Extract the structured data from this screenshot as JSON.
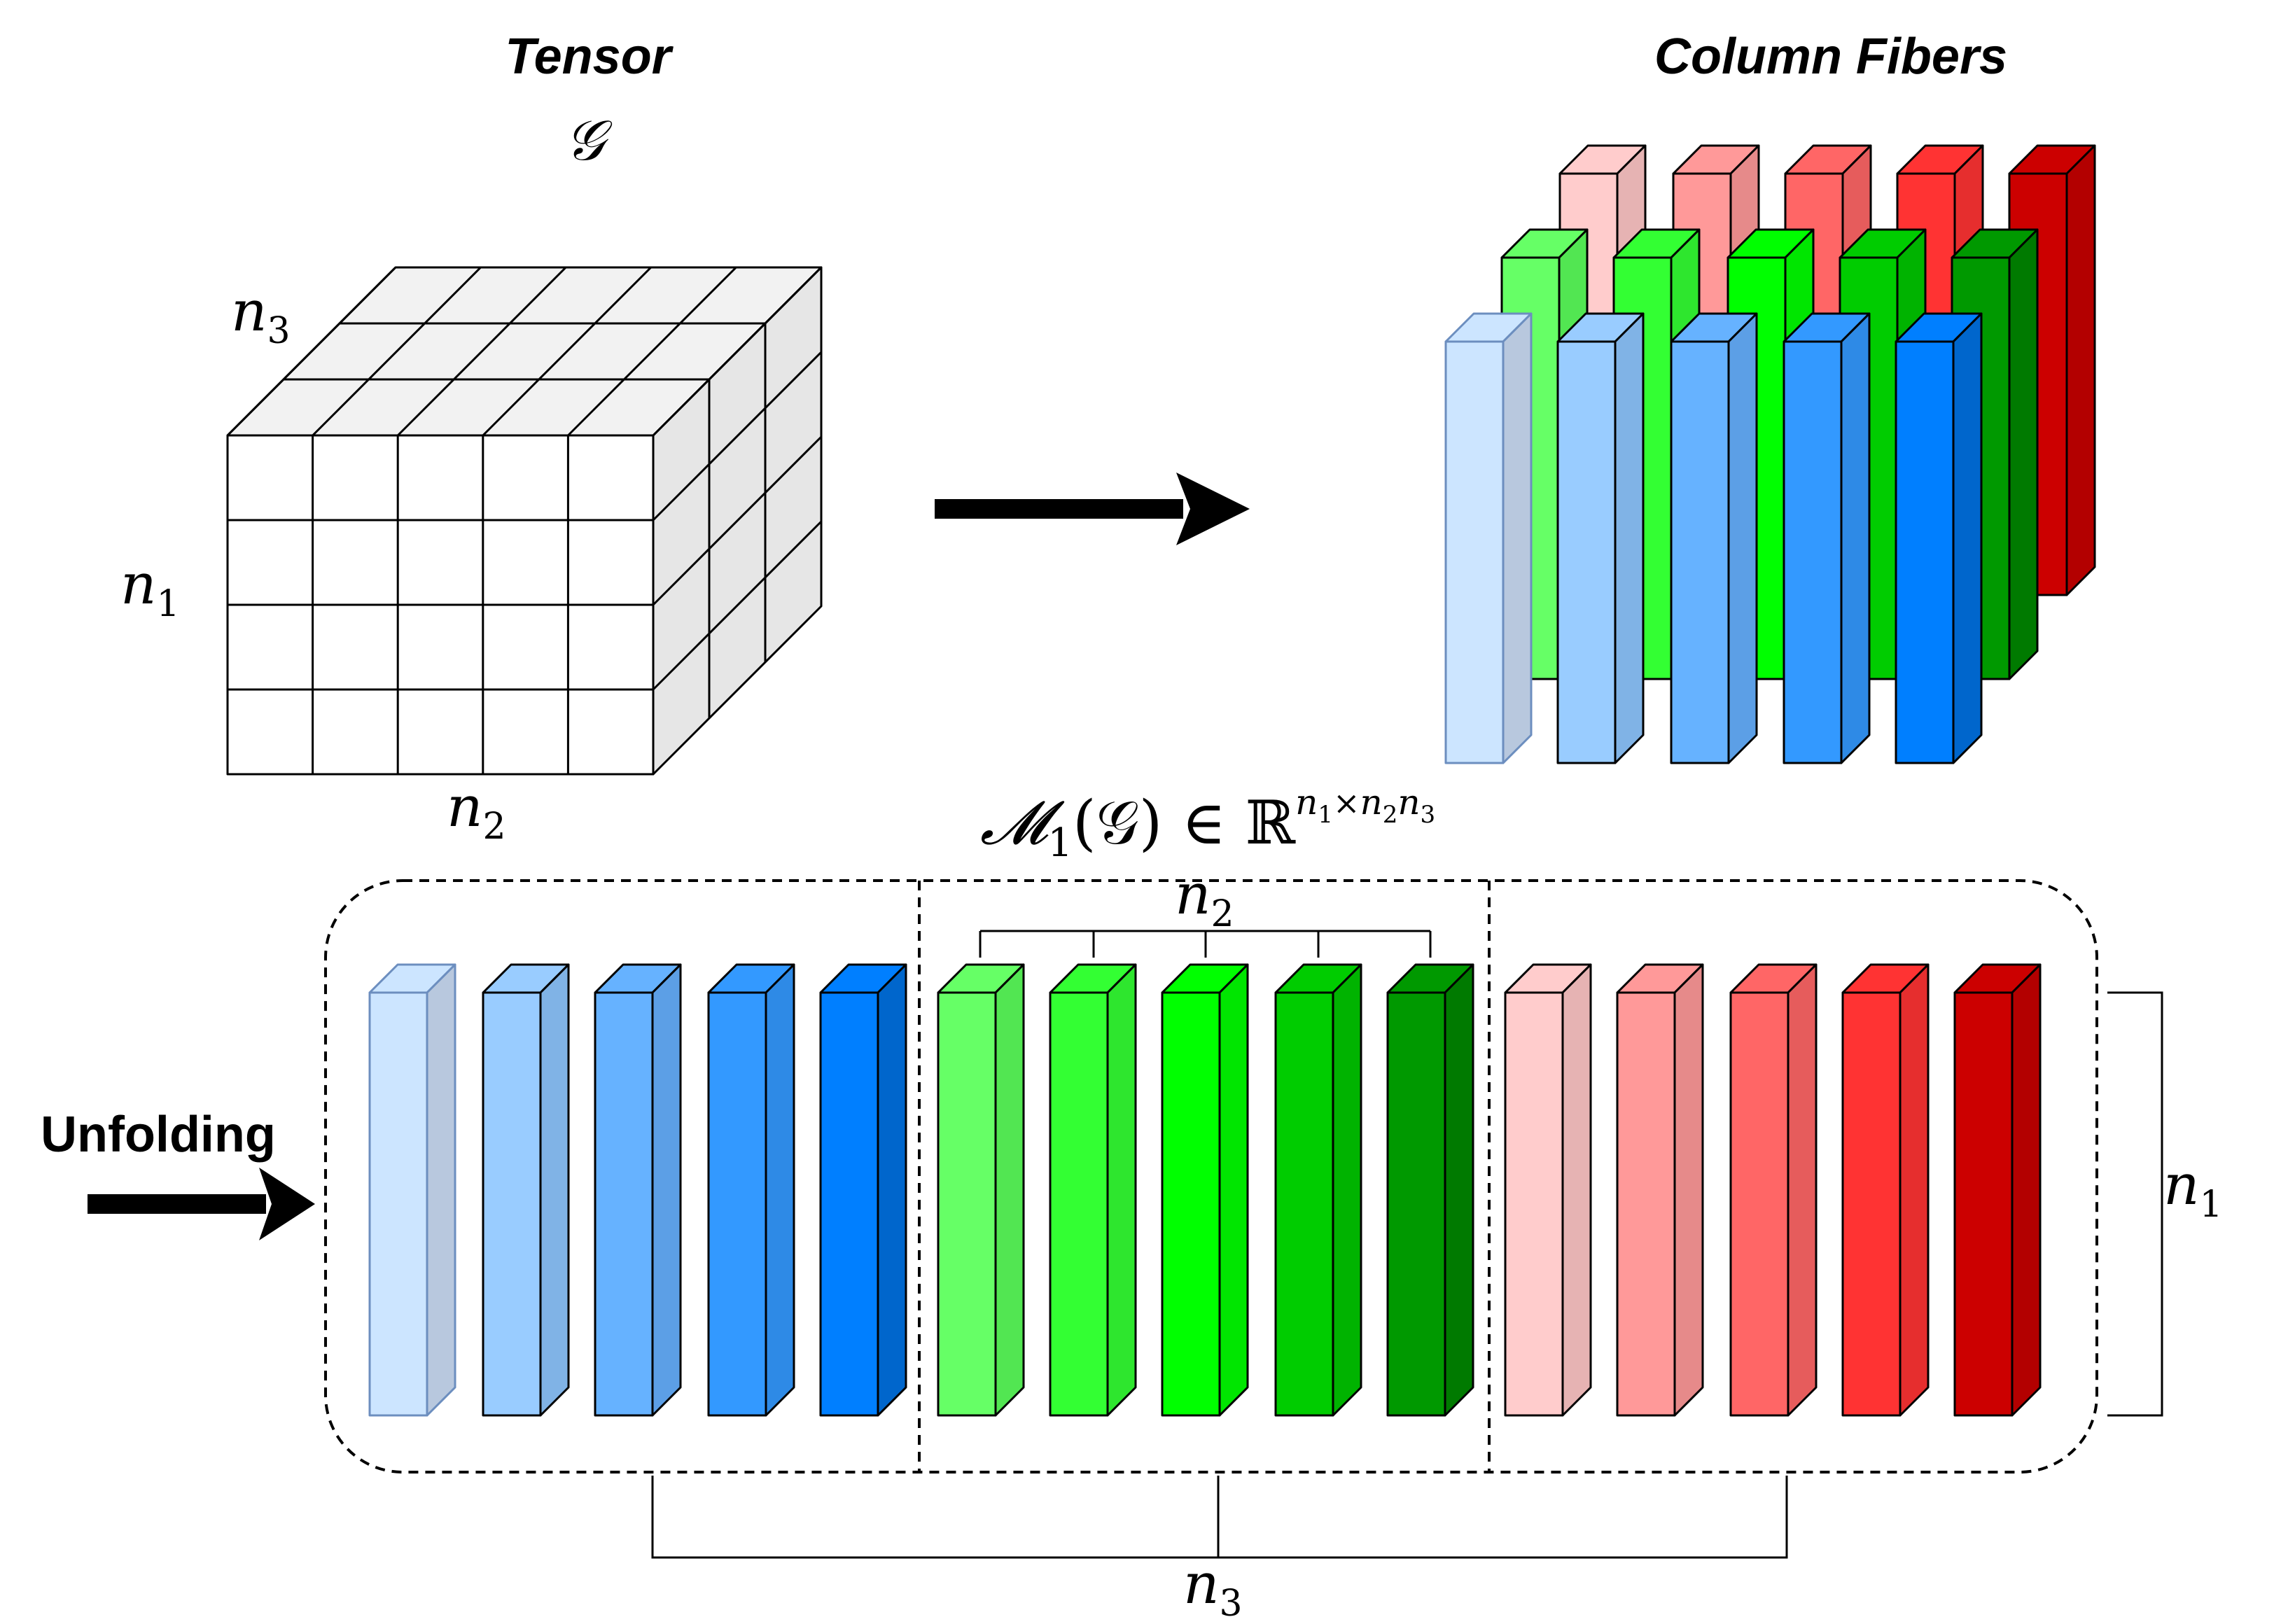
{
  "titles": {
    "tensor": "Tensor",
    "tensor_symbol": "𝒢",
    "column_fibers": "Column Fibers",
    "unfolding": "Unfolding"
  },
  "dimension_labels": {
    "n1": "n",
    "n1_sub": "1",
    "n2": "n",
    "n2_sub": "2",
    "n3": "n",
    "n3_sub": "3"
  },
  "formula": {
    "main": "𝓜",
    "sub1": "1",
    "arg": "(𝒢) ∈ ℝ",
    "sup_n": "n",
    "sup_1": "1",
    "sup_times": "×",
    "sup_n2": "n",
    "sup_2": "2",
    "sup_n3": "n",
    "sup_3": "3"
  },
  "colors": {
    "blue_front": [
      "#CCE5FF",
      "#99CCFF",
      "#66B2FF",
      "#3399FF",
      "#007FFF"
    ],
    "blue_side": [
      "#B8C8DE",
      "#80B3E6",
      "#5C9FE6",
      "#2E8AE6",
      "#0066CC"
    ],
    "green_front": [
      "#66FF66",
      "#33FF33",
      "#00FF00",
      "#00CC00",
      "#009900"
    ],
    "green_side": [
      "#52E652",
      "#2EE62E",
      "#00E600",
      "#00B300",
      "#007A00"
    ],
    "red_front": [
      "#FFCCCC",
      "#FF9999",
      "#FF6666",
      "#FF3333",
      "#CC0000"
    ],
    "red_side": [
      "#E6B3B3",
      "#E68A8A",
      "#E65C5C",
      "#E62E2E",
      "#B30000"
    ],
    "cube_top": "#F2F2F2",
    "cube_side": "#E6E6E6"
  }
}
